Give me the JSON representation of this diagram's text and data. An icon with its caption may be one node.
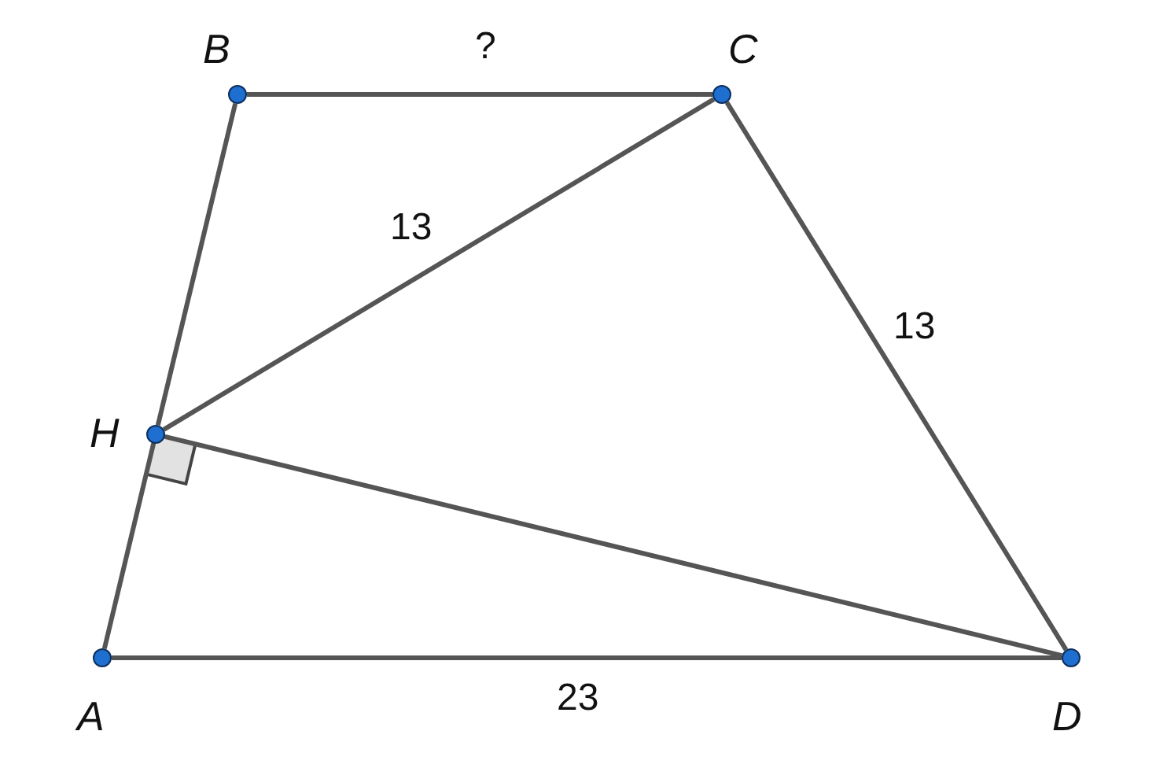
{
  "diagram": {
    "nodes": [
      {
        "text": [
          "B"
        ]
      },
      {
        "text": [
          "C"
        ]
      },
      {
        "text": [
          "H"
        ]
      },
      {
        "text": [
          "A"
        ]
      },
      {
        "text": [
          "D"
        ]
      }
    ],
    "edges": [
      {
        "from": 0,
        "to": 1,
        "arrow": "none",
        "label": "?"
      },
      {
        "from": 2,
        "to": 1,
        "arrow": "none",
        "label": "13"
      },
      {
        "from": 1,
        "to": 4,
        "arrow": "none",
        "label": "13"
      },
      {
        "from": 3,
        "to": 2,
        "arrow": "none"
      },
      {
        "from": 2,
        "to": 0,
        "arrow": "none"
      },
      {
        "from": 2,
        "to": 4,
        "arrow": "none"
      },
      {
        "from": 3,
        "to": 4,
        "arrow": "none",
        "label": "23"
      }
    ]
  }
}
